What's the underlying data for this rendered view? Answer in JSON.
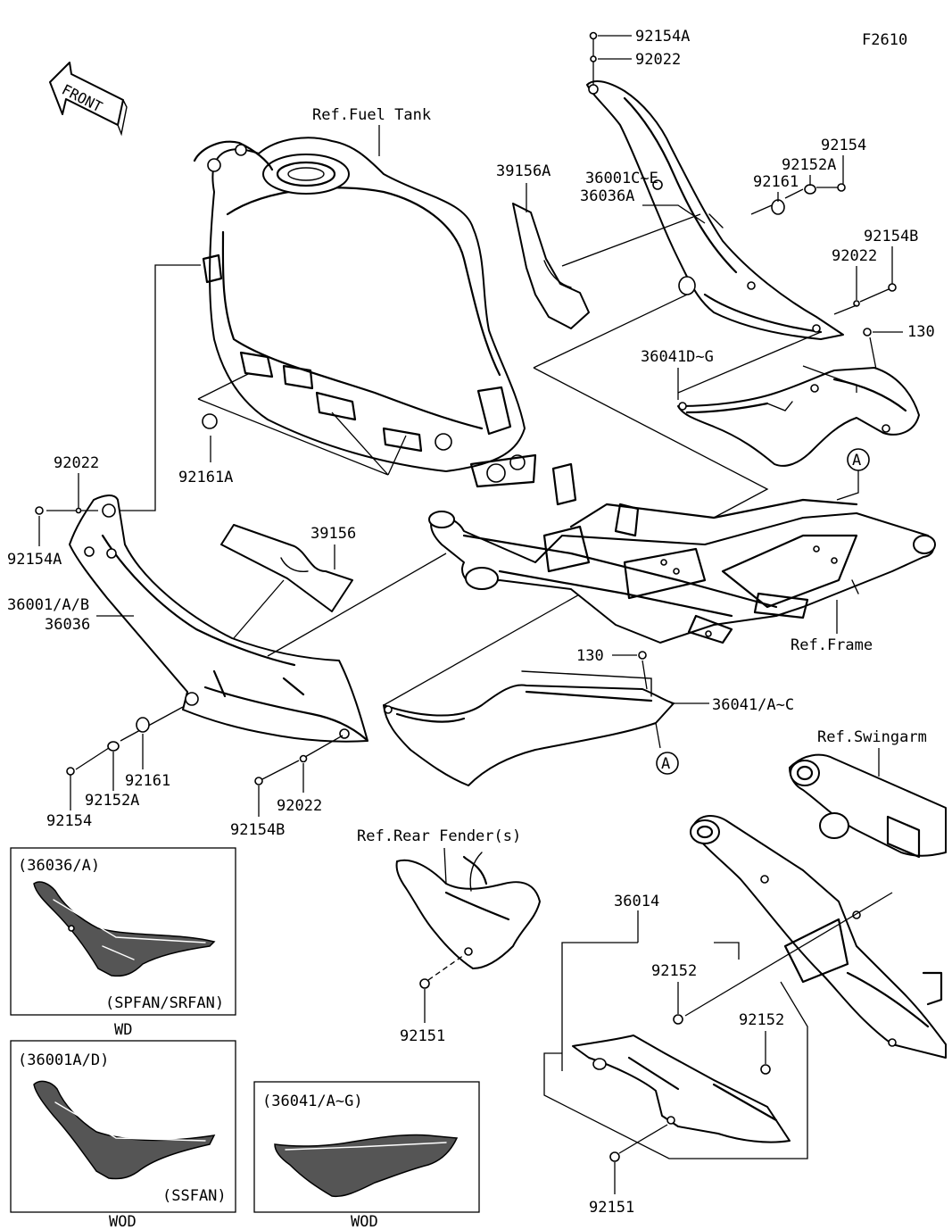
{
  "figure_code": "F2610",
  "front_arrow": "FRONT",
  "references": {
    "fuel_tank": "Ref.Fuel Tank",
    "frame": "Ref.Frame",
    "swingarm": "Ref.Swingarm",
    "rear_fender": "Ref.Rear Fender(s)"
  },
  "callout_marker": "A",
  "parts": {
    "p92154A_top": "92154A",
    "p92022_top": "92022",
    "p92154_right": "92154",
    "p92152A_right": "92152A",
    "p92161_right": "92161",
    "p39156A": "39156A",
    "p36001CE": "36001C~E",
    "p36036A": "36036A",
    "p92154B_right": "92154B",
    "p92022_right": "92022",
    "p130_right": "130",
    "p36041DG": "36041D~G",
    "p92161A": "92161A",
    "p92022_left": "92022",
    "p92154A_left": "92154A",
    "p39156": "39156",
    "p36001AB": "36001/A/B",
    "p36036": "36036",
    "p130_mid": "130",
    "p36041AC": "36041/A~C",
    "p92161_left": "92161",
    "p92152A_left": "92152A",
    "p92154_left": "92154",
    "p92022_bottom": "92022",
    "p92154B_bottom": "92154B",
    "p36014": "36014",
    "p92152_a": "92152",
    "p92152_b": "92152",
    "p92151_fender": "92151",
    "p92151_bottom": "92151"
  },
  "insets": [
    {
      "title": "(36036/A)",
      "note": "(SPFAN/SRFAN)",
      "caption": "WD"
    },
    {
      "title": "(36001A/D)",
      "note": "(SSFAN)",
      "caption": "WOD"
    },
    {
      "title": "(36041/A~G)",
      "note": "",
      "caption": "WOD"
    }
  ]
}
